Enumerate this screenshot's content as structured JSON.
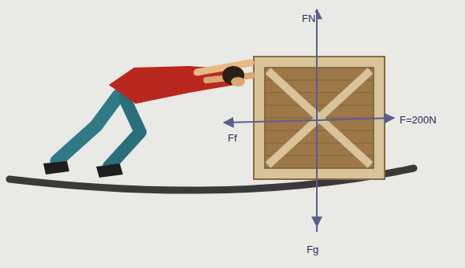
{
  "diagram": {
    "labels": [
      "FN",
      "Ff",
      "F=200N",
      "Fg"
    ]
  }
}
